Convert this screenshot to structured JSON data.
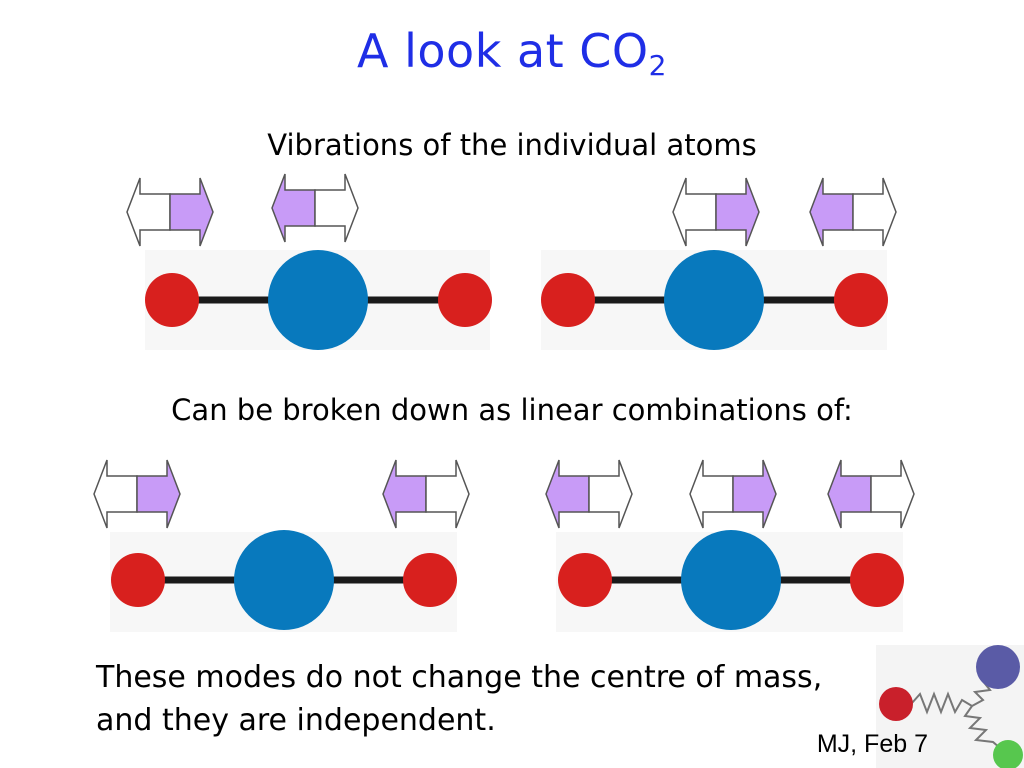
{
  "slide": {
    "title_main": "A look at CO",
    "title_sub": "2",
    "subtitle_1": "Vibrations of the individual atoms",
    "subtitle_2": "Can be broken down as linear combinations of:",
    "footer_line_1": "These modes do not change the centre of mass,",
    "footer_line_2": "and they are independent.",
    "credit": "MJ, Feb 7"
  },
  "colors": {
    "title": "#1f2ee6",
    "oxygen": "#d8201e",
    "carbon": "#0879bd",
    "bond": "#1a1a1a",
    "arrow_fill": "#c89bf7",
    "logo_blue": "#5a5ba6",
    "logo_red": "#c9202b",
    "logo_green": "#57c74e"
  },
  "icons": {
    "arrow": "double-headed-arrow-icon",
    "logo": "springs-and-balls-logo-icon"
  }
}
